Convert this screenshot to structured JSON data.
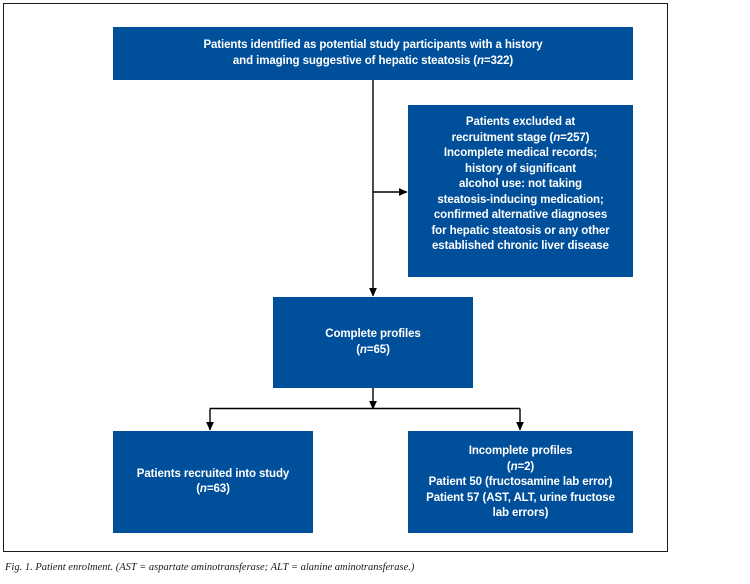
{
  "figure": {
    "caption": "Fig. 1. Patient enrolment. (AST = aspartate aminotransferase; ALT = alanine aminotransferase.)",
    "box_color": "#004f9a",
    "text_color": "#ffffff",
    "connector_color": "#000000",
    "frame_color": "#1a1a1a"
  },
  "chart_data": {
    "type": "diagram",
    "title": "Patient enrolment",
    "nodes": [
      {
        "id": "identified",
        "label": "Patients identified as potential study participants with a history\nand imaging suggestive of hepatic steatosis (n=322)",
        "n": 322
      },
      {
        "id": "excluded",
        "label": "Patients excluded at\nrecruitment stage (n=257)\nIncomplete medical records;\nhistory of significant\nalcohol use: not taking\nsteatosis-inducing medication;\nconfirmed alternative diagnoses\nfor hepatic steatosis or any other\nestablished chronic liver disease",
        "n": 257
      },
      {
        "id": "complete",
        "label": "Complete profiles\n(n=65)",
        "n": 65
      },
      {
        "id": "recruited",
        "label": "Patients recruited into study\n(n=63)",
        "n": 63
      },
      {
        "id": "incomplete",
        "label": "Incomplete profiles\n(n=2)\nPatient 50 (fructosamine lab error)\nPatient 57 (AST, ALT, urine fructose\nlab errors)",
        "n": 2
      }
    ],
    "edges": [
      {
        "from": "identified",
        "to": "excluded",
        "arrow": true
      },
      {
        "from": "identified",
        "to": "complete",
        "arrow": true
      },
      {
        "from": "complete",
        "to": "recruited",
        "arrow": true
      },
      {
        "from": "complete",
        "to": "incomplete",
        "arrow": true
      }
    ]
  }
}
